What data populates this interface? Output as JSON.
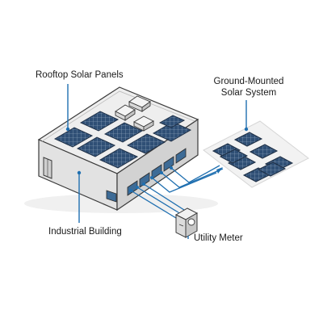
{
  "labels": {
    "rooftop": "Rooftop Solar Panels",
    "ground_line1": "Ground-Mounted",
    "ground_line2": "Solar System",
    "building": "Industrial Building",
    "meter": "Utility Meter"
  },
  "colors": {
    "leader": "#1f6fb0",
    "wall": "#dcdcdc",
    "roof": "#eeeeee",
    "panel": "#2f4f75",
    "panel_line": "#9fb3c8",
    "outline": "#3a3a3a"
  },
  "components": {
    "rooftop_panel_count": 10,
    "roof_unit_count": 3,
    "ground_panel_count": 8,
    "building_windows": 6
  }
}
